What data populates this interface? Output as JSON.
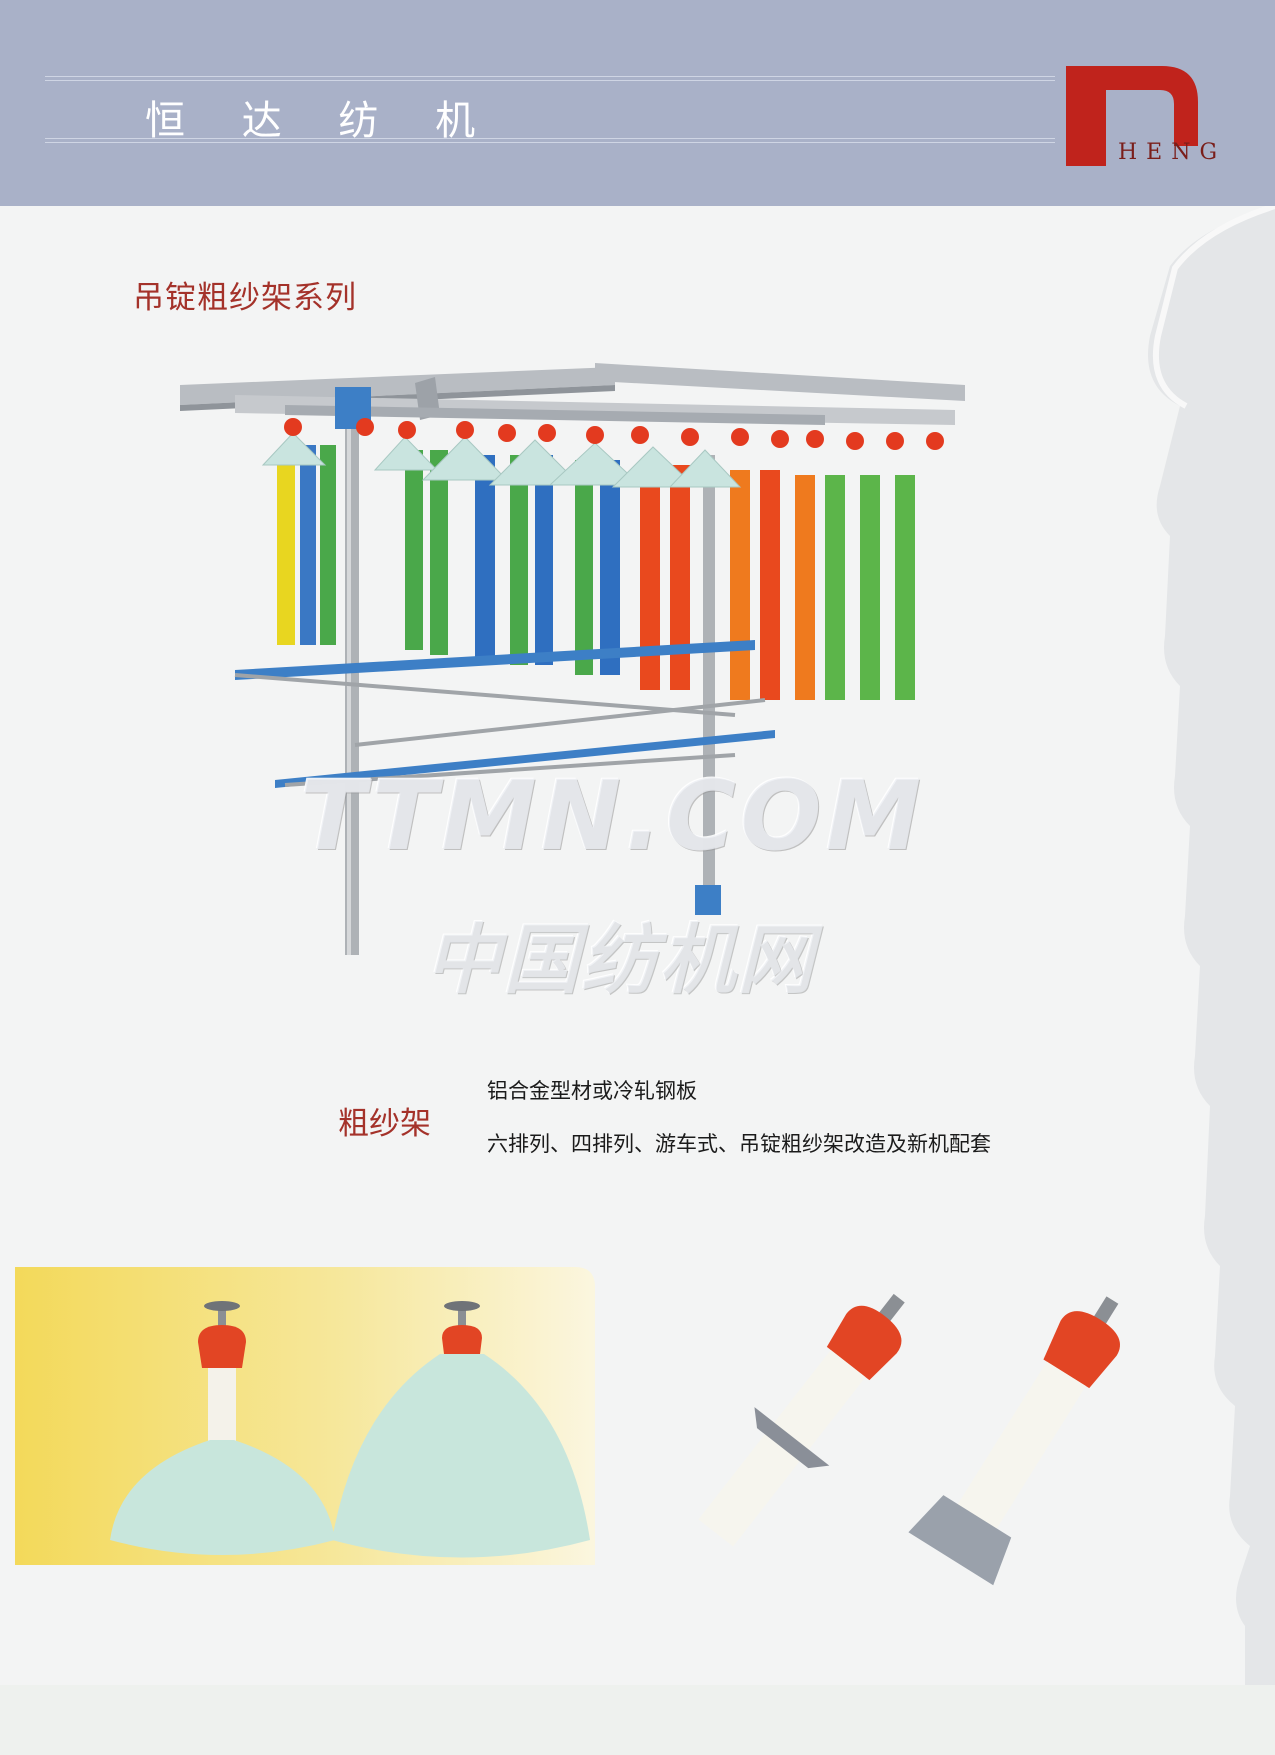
{
  "header": {
    "brand": "恒 达 纺 机",
    "logo_text": "HENG",
    "color": "#a9b1c8"
  },
  "section": {
    "title": "吊锭粗纱架系列"
  },
  "product": {
    "name": "粗纱架",
    "lines": [
      "铝合金型材或冷轧钢板",
      "六排列、四排列、游车式、吊锭粗纱架改造及新机配套"
    ]
  },
  "watermark": {
    "line1": "TTMN.COM",
    "line2": "中国纺机网"
  },
  "icons": {
    "logo": "heng-logo-icon",
    "creel": "roving-creel-photo",
    "spindles": "hanging-spindle-photos"
  },
  "colors": {
    "accent": "#a4322a",
    "logo": "#c0231c"
  }
}
